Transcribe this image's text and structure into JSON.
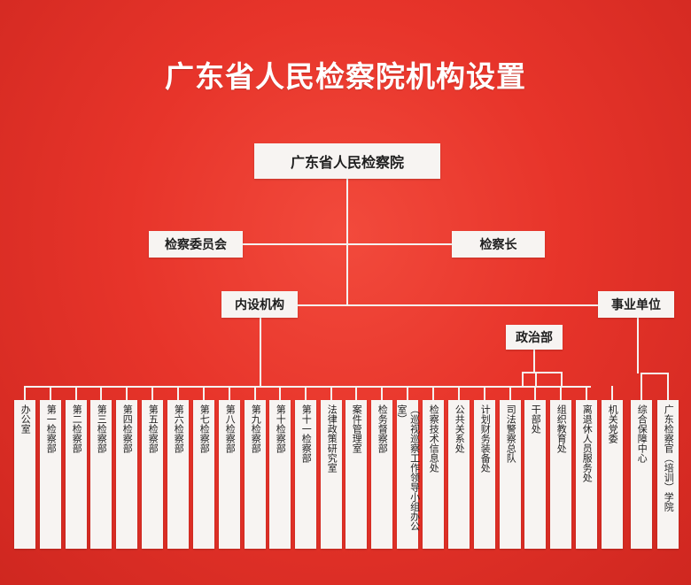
{
  "title": "广东省人民检察院机构设置",
  "root": "广东省人民检察院",
  "committee": "检察委员会",
  "chief": "检察长",
  "internal": "内设机构",
  "public": "事业单位",
  "political": "政治部",
  "columns": [
    "办公室",
    "第一检察部",
    "第二检察部",
    "第三检察部",
    "第四检察部",
    "第五检察部",
    "第六检察部",
    "第七检察部",
    "第八检察部",
    "第九检察部",
    "第十检察部",
    "第十一检察部",
    "法律政策研究室",
    "案件管理室",
    "检务督察部",
    "︵巡视巡察工作领导小组办公室︶",
    "检察技术信息处",
    "公共关系处",
    "计划财务装备处",
    "司法警察总队",
    "干部处",
    "组织教育处",
    "离退休人员服务处",
    "机关党委",
    "综合保障中心",
    "广东检察官︵培训︶学院"
  ]
}
